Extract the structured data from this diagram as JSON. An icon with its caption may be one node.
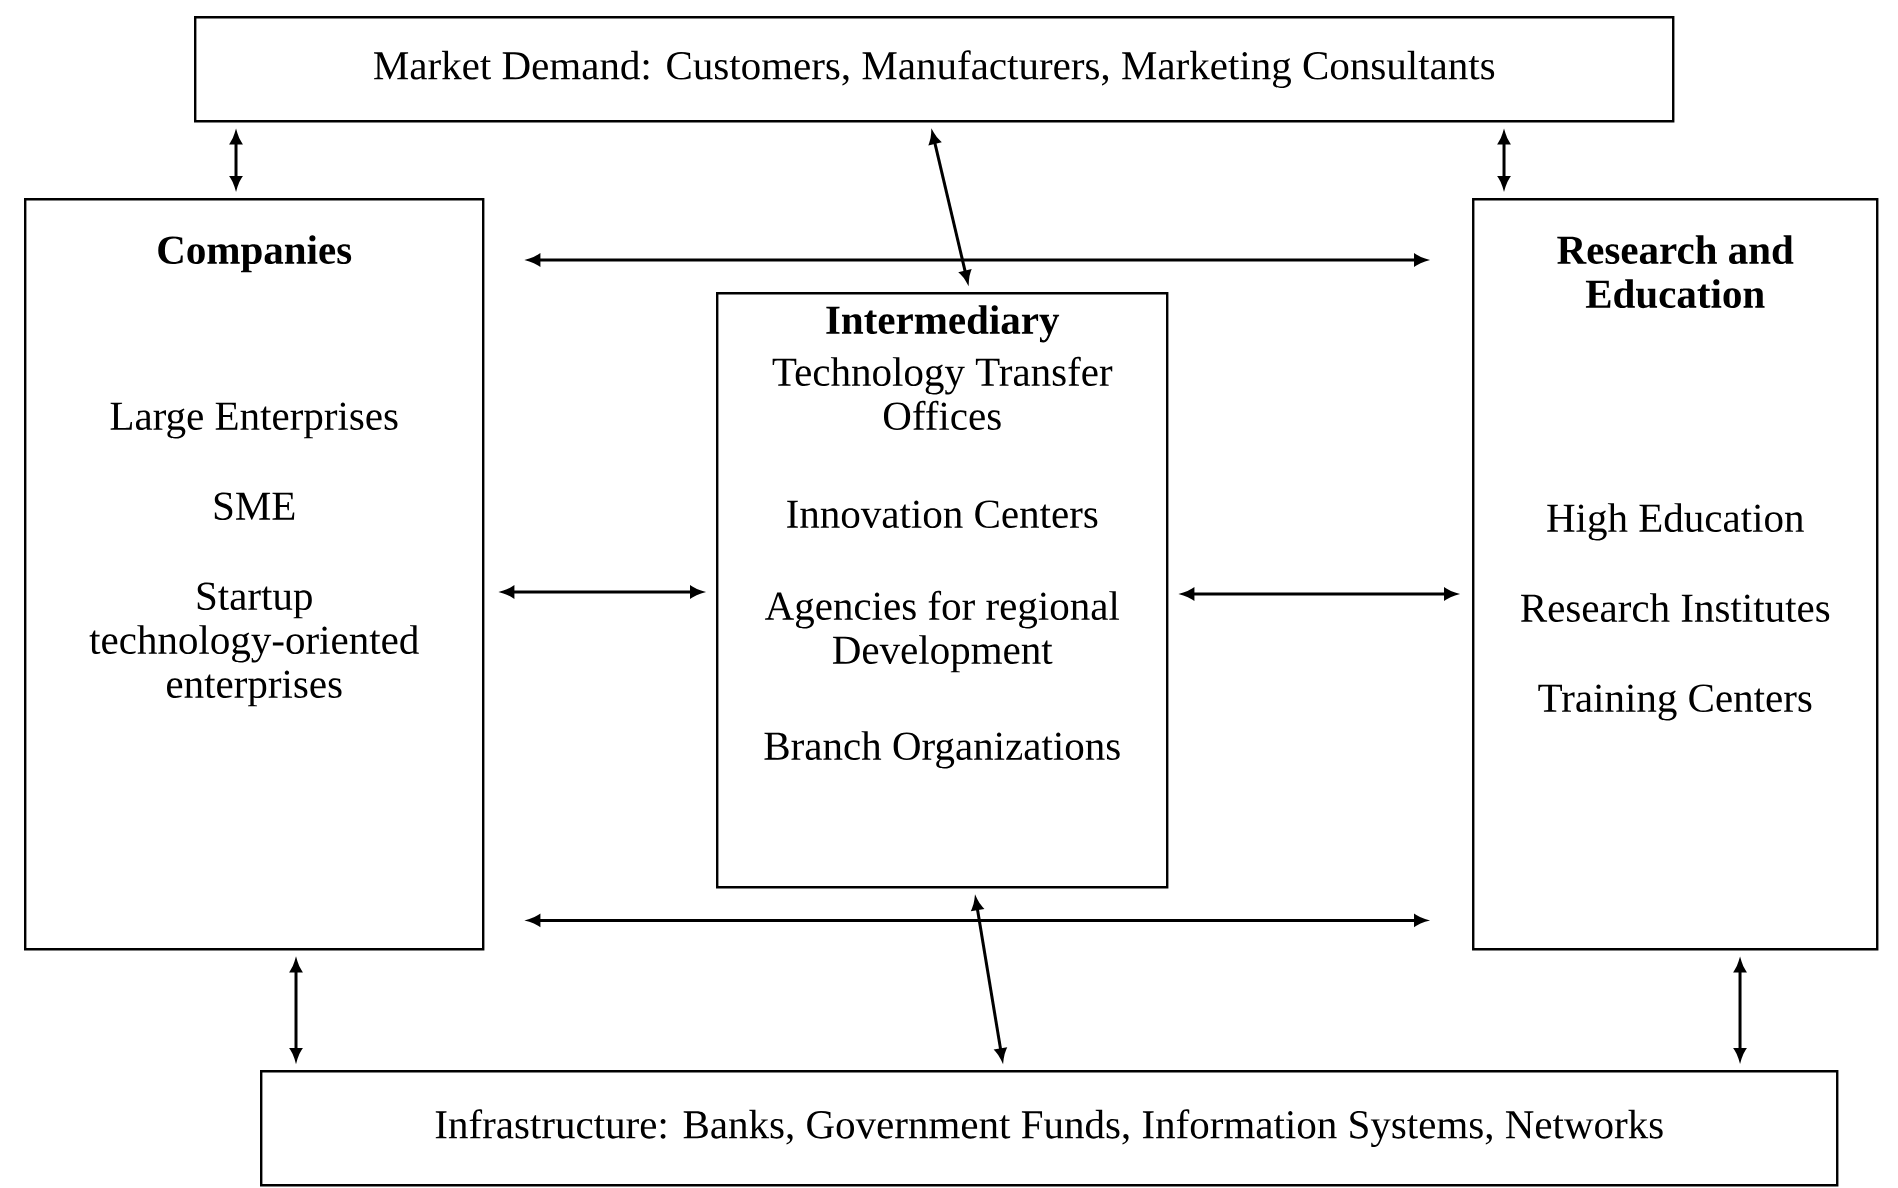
{
  "diagram": {
    "nodes": [
      {
        "text": [
          "Market Demand:  Customers, Manufacturers, Marketing Consultants"
        ]
      },
      {
        "text": [
          "Companies",
          "Large Enterprises",
          "SME",
          "Startup technology-oriented enterprises"
        ]
      },
      {
        "text": [
          "Intermediary",
          "Technology Transfer Offices",
          "Innovation Centers",
          "Agencies for regional Development",
          "Branch Organizations"
        ]
      },
      {
        "text": [
          "Research and Education",
          "High Education",
          "Research Institutes",
          "Training Centers"
        ]
      },
      {
        "text": [
          "Infrastructure:  Banks, Government Funds, Information Systems, Networks"
        ]
      }
    ],
    "edges": [
      {
        "from": 0,
        "to": 1,
        "arrow": "both"
      },
      {
        "from": 0,
        "to": 2,
        "arrow": "both"
      },
      {
        "from": 0,
        "to": 3,
        "arrow": "both"
      },
      {
        "from": 1,
        "to": 3,
        "arrow": "both"
      },
      {
        "from": 1,
        "to": 2,
        "arrow": "both"
      },
      {
        "from": 2,
        "to": 3,
        "arrow": "both"
      },
      {
        "from": 1,
        "to": 3,
        "arrow": "both"
      },
      {
        "from": 1,
        "to": 4,
        "arrow": "both"
      },
      {
        "from": 2,
        "to": 4,
        "arrow": "both"
      },
      {
        "from": 3,
        "to": 4,
        "arrow": "both"
      }
    ]
  }
}
